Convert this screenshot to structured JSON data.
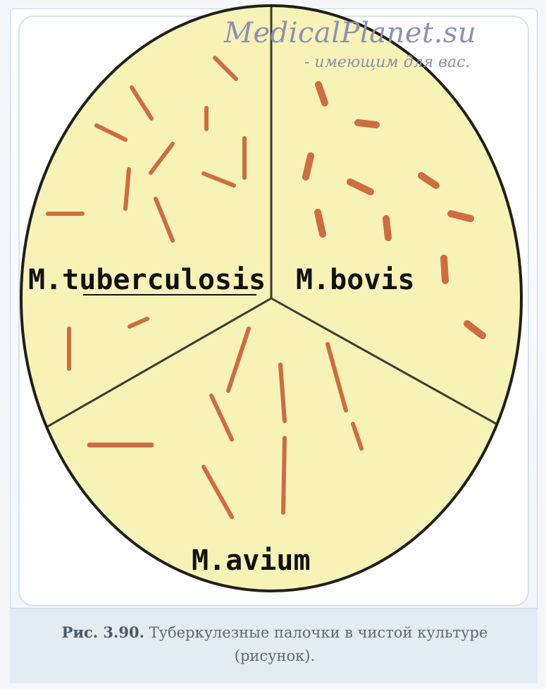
{
  "watermark": {
    "title": "MedicalPlanet.su",
    "subtitle": "- имеющим для вас."
  },
  "diagram": {
    "sections": [
      {
        "id": "tuberculosis",
        "label": "M.tuberculosis"
      },
      {
        "id": "bovis",
        "label": "M.bovis"
      },
      {
        "id": "avium",
        "label": "M.avium"
      }
    ],
    "colors": {
      "field": "#f7f2b6",
      "outline": "#1f1f1a",
      "rod": "#c95f34",
      "label": "#111111"
    }
  },
  "caption": {
    "prefix": "Рис. 3.90.",
    "text": "Туберкулезные палочки в чистой культуре (рисунок)."
  }
}
